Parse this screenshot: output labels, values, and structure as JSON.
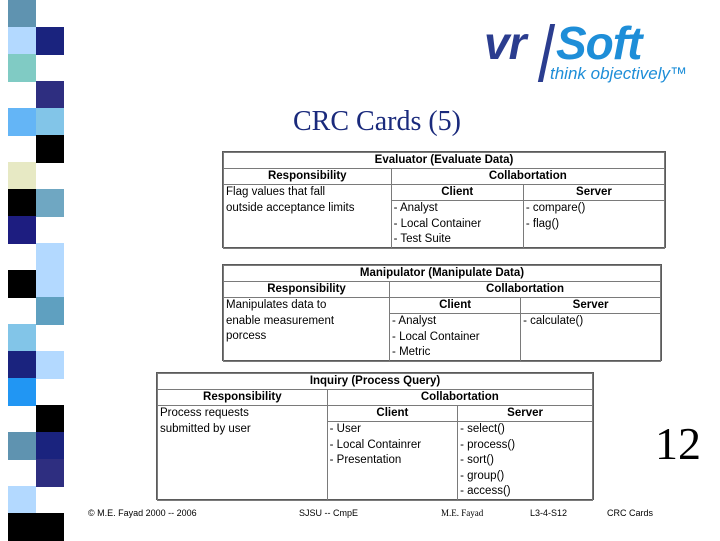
{
  "logo": {
    "part1": "vr",
    "part2": "Soft",
    "tagline": "think objectively™"
  },
  "title": "CRC Cards (5)",
  "page_number": "12",
  "footer": {
    "copyright": "© M.E. Fayad 2000 -- 2006",
    "course": "SJSU -- CmpE",
    "author": "M.E. Fayad",
    "slide": "L3-4-S12",
    "topic": "CRC Cards"
  },
  "cards": [
    {
      "title": "Evaluator (Evaluate Data)",
      "responsibility_header": "Responsibility",
      "collaboration_header": "Collabortation",
      "client_header": "Client",
      "server_header": "Server",
      "responsibility": [
        "Flag values that fall",
        "outside acceptance limits"
      ],
      "clients": [
        "- Analyst",
        "- Local Container",
        "- Test Suite"
      ],
      "servers": [
        "- compare()",
        "- flag()"
      ]
    },
    {
      "title": "Manipulator (Manipulate Data)",
      "responsibility_header": "Responsibility",
      "collaboration_header": "Collabortation",
      "client_header": "Client",
      "server_header": "Server",
      "responsibility": [
        "Manipulates data to",
        "enable measurement",
        "porcess"
      ],
      "clients": [
        "- Analyst",
        "- Local Container",
        "- Metric"
      ],
      "servers": [
        "- calculate()"
      ]
    },
    {
      "title": "Inquiry (Process Query)",
      "responsibility_header": "Responsibility",
      "collaboration_header": "Collabortation",
      "client_header": "Client",
      "server_header": "Server",
      "responsibility": [
        "Process requests",
        "submitted by user"
      ],
      "clients": [
        "- User",
        "- Local Containrer",
        "- Presentation"
      ],
      "servers": [
        "- select()",
        "- process()",
        "- sort()",
        "- group()",
        "- access()"
      ]
    }
  ],
  "stripe_colors": [
    "#5f93b0",
    "#1a237e",
    "#80cbc4",
    "#2e2e80",
    "#64b5f6",
    "#000000",
    "#e7e9c4",
    "#6fa7c2",
    "#1d1d80",
    "#b3d9ff",
    "#000000",
    "#5fa0c0",
    "#82c5e8",
    "#b3d9ff",
    "#2196f3",
    "#000000",
    "#5f93b0",
    "#2e2e80",
    "#b3d9ff",
    "#000000",
    "#eeeecc",
    "#1a237e",
    "#64b5f6",
    "#5f93b0",
    "#1a237e",
    "#82c5e8",
    "#5fa0c0",
    "#000000",
    "#2196f3",
    "#2e2e80",
    "#b3d9ff",
    "#eeeecc",
    "#1a237e",
    "#82c5e8",
    "#000000",
    "#2196f3",
    "#5f93b0",
    "#1a237e"
  ]
}
